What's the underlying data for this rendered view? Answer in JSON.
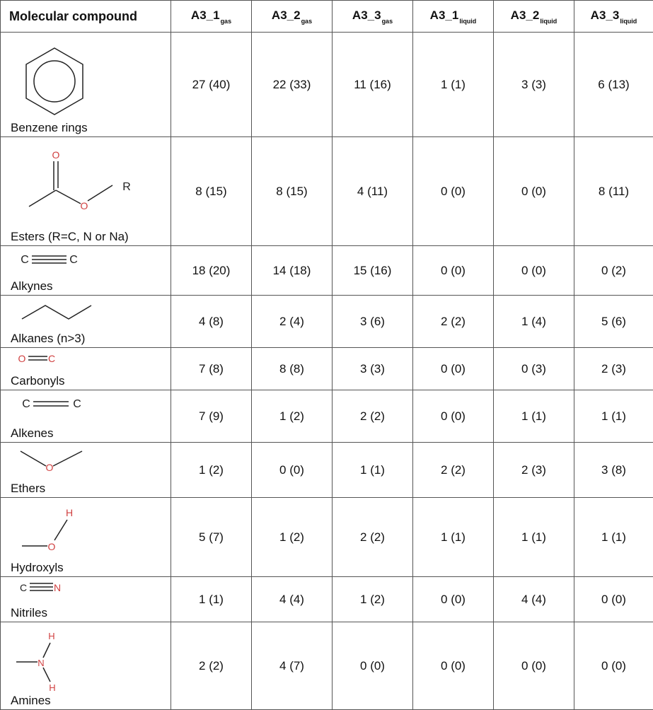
{
  "table": {
    "header": {
      "compound": "Molecular compound",
      "columns": [
        {
          "base": "A3_1",
          "sub": "gas"
        },
        {
          "base": "A3_2",
          "sub": "gas"
        },
        {
          "base": "A3_3",
          "sub": "gas"
        },
        {
          "base": "A3_1",
          "sub": "liquid"
        },
        {
          "base": "A3_2",
          "sub": "liquid"
        },
        {
          "base": "A3_3",
          "sub": "liquid"
        }
      ]
    },
    "rows": [
      {
        "name": "Benzene rings",
        "structure_icon": "benzene-ring-icon",
        "values": [
          "27 (40)",
          "22 (33)",
          "11 (16)",
          "1 (1)",
          "3 (3)",
          "6 (13)"
        ]
      },
      {
        "name": "Esters (R=C, N or Na)",
        "structure_icon": "ester-structure-icon",
        "atom_labels": {
          "o1": "O",
          "o2": "O",
          "r": "R"
        },
        "values": [
          "8 (15)",
          "8 (15)",
          "4 (11)",
          "0 (0)",
          "0 (0)",
          "8 (11)"
        ]
      },
      {
        "name": "Alkynes",
        "structure_icon": "alkyne-structure-icon",
        "atom_labels": {
          "c1": "C",
          "c2": "C"
        },
        "values": [
          "18 (20)",
          "14 (18)",
          "15 (16)",
          "0 (0)",
          "0 (0)",
          "0 (2)"
        ]
      },
      {
        "name": "Alkanes (n>3)",
        "structure_icon": "alkane-structure-icon",
        "values": [
          "4 (8)",
          "2 (4)",
          "3 (6)",
          "2 (2)",
          "1 (4)",
          "5 (6)"
        ]
      },
      {
        "name": "Carbonyls",
        "structure_icon": "carbonyl-structure-icon",
        "atom_labels": {
          "o": "O",
          "c": "C"
        },
        "values": [
          "7 (8)",
          "8 (8)",
          "3 (3)",
          "0 (0)",
          "0 (3)",
          "2 (3)"
        ]
      },
      {
        "name": "Alkenes",
        "structure_icon": "alkene-structure-icon",
        "atom_labels": {
          "c1": "C",
          "c2": "C"
        },
        "values": [
          "7 (9)",
          "1 (2)",
          "2 (2)",
          "0 (0)",
          "1 (1)",
          "1 (1)"
        ]
      },
      {
        "name": "Ethers",
        "structure_icon": "ether-structure-icon",
        "atom_labels": {
          "o": "O"
        },
        "values": [
          "1 (2)",
          "0 (0)",
          "1 (1)",
          "2 (2)",
          "2 (3)",
          "3 (8)"
        ]
      },
      {
        "name": "Hydroxyls",
        "structure_icon": "hydroxyl-structure-icon",
        "atom_labels": {
          "h": "H",
          "o": "O"
        },
        "values": [
          "5 (7)",
          "1 (2)",
          "2 (2)",
          "1 (1)",
          "1 (1)",
          "1 (1)"
        ]
      },
      {
        "name": "Nitriles",
        "structure_icon": "nitrile-structure-icon",
        "atom_labels": {
          "c": "C",
          "n": "N"
        },
        "values": [
          "1 (1)",
          "4 (4)",
          "1 (2)",
          "0 (0)",
          "4 (4)",
          "0 (0)"
        ]
      },
      {
        "name": "Amines",
        "structure_icon": "amine-structure-icon",
        "atom_labels": {
          "h1": "H",
          "n": "N",
          "h2": "H"
        },
        "values": [
          "2 (2)",
          "4 (7)",
          "0 (0)",
          "0 (0)",
          "0 (0)",
          "0 (0)"
        ]
      }
    ]
  },
  "colors": {
    "heteroatom": "#d04040",
    "bond": "#222222",
    "border": "#555555"
  }
}
